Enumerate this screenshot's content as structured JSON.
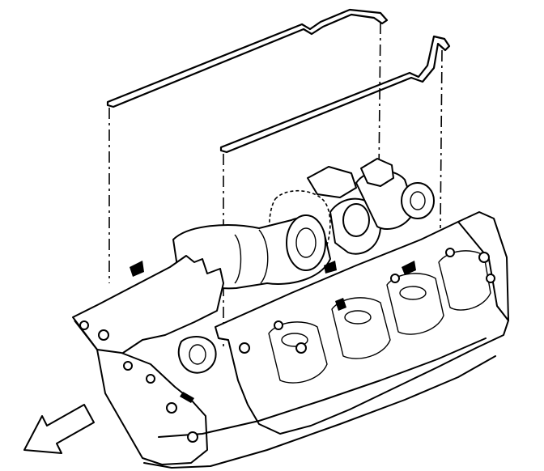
{
  "figure": {
    "colors": {
      "ink": "#000000",
      "paper": "#ffffff"
    },
    "parts": [
      "left-oil-pan-gasket-seal",
      "right-oil-pan-gasket-seal",
      "crankshaft",
      "cylinder-block",
      "front-direction-arrow"
    ]
  }
}
